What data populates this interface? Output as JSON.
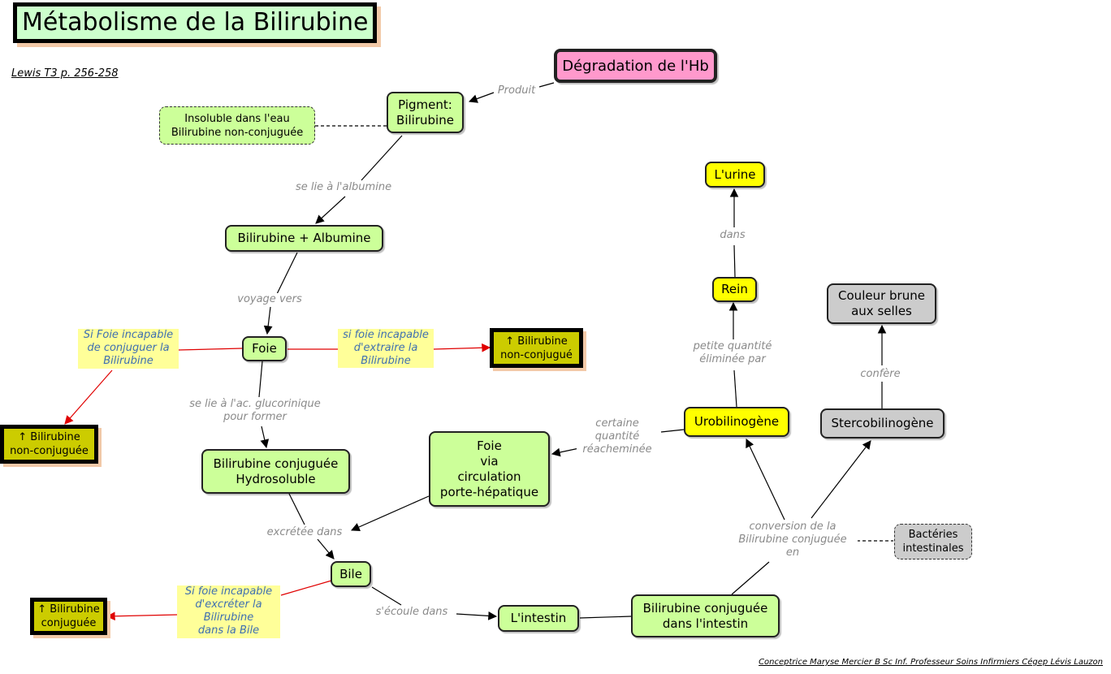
{
  "title": "Métabolisme de la Bilirubine",
  "reference": "Lewis T3 p. 256-258",
  "credit": "Conceptrice Maryse Mercier B Sc Inf. Professeur Soins Infirmiers Cégep Lévis Lauzon",
  "colors": {
    "concept_green": "#ccff99",
    "concept_yellow": "#ffff00",
    "concept_gray": "#cccccc",
    "concept_pink": "#ff99cc",
    "alert_olive": "#cccc00",
    "condition_bg": "#ffff99",
    "condition_text": "#3f6fb0",
    "link_text": "#8a8a8a",
    "alert_arrow": "#e00000"
  },
  "nodes": {
    "degradation_hb": "Dégradation de l'Hb",
    "pigment": "Pigment:\nBilirubine",
    "insoluble": "Insoluble dans l'eau\nBilirubine non-conjuguée",
    "bili_albumine": "Bilirubine + Albumine",
    "foie": "Foie",
    "alert_nonconj_right": "↑ Bilirubine\nnon-conjugué",
    "alert_nonconj_left": "↑ Bilirubine\nnon-conjuguée",
    "bili_conj_hydro": "Bilirubine conjuguée\nHydrosoluble",
    "foie_porte": "Foie\nvia\ncirculation\nporte-hépatique",
    "bile": "Bile",
    "alert_conj": "↑ Bilirubine\nconjuguée",
    "intestin": "L'intestin",
    "bili_conj_intestin": "Bilirubine conjuguée\ndans l'intestin",
    "bacteries": "Bactéries\nintestinales",
    "urobilinogene": "Urobilinogène",
    "stercobilinogene": "Stercobilinogène",
    "rein": "Rein",
    "urine": "L'urine",
    "couleur_brune": "Couleur brune\naux selles"
  },
  "link_labels": {
    "produit": "Produit",
    "se_lie_albumine": "se lie à l'albumine",
    "voyage_vers": "voyage vers",
    "se_lie_glucuronique": "se lie à l'ac. glucorinique\npour former",
    "excretee_dans": "excrétée dans",
    "ecoule_dans": "s'écoule dans",
    "conversion": "conversion de la\nBilirubine conjuguée\nen",
    "certaine_quantite": "certaine\nquantité\nréacheminée",
    "petite_quantite": "petite quantité\néliminée par",
    "dans": "dans",
    "confere": "confère"
  },
  "condition_labels": {
    "incapable_conjuguer": "Si Foie incapable\nde conjuguer la\nBilirubine",
    "incapable_extraire": "si foie incapable\nd'extraire la\nBilirubine",
    "incapable_excreter": "Si foie incapable\nd'excréter la\nBilirubine\ndans la Bile"
  }
}
